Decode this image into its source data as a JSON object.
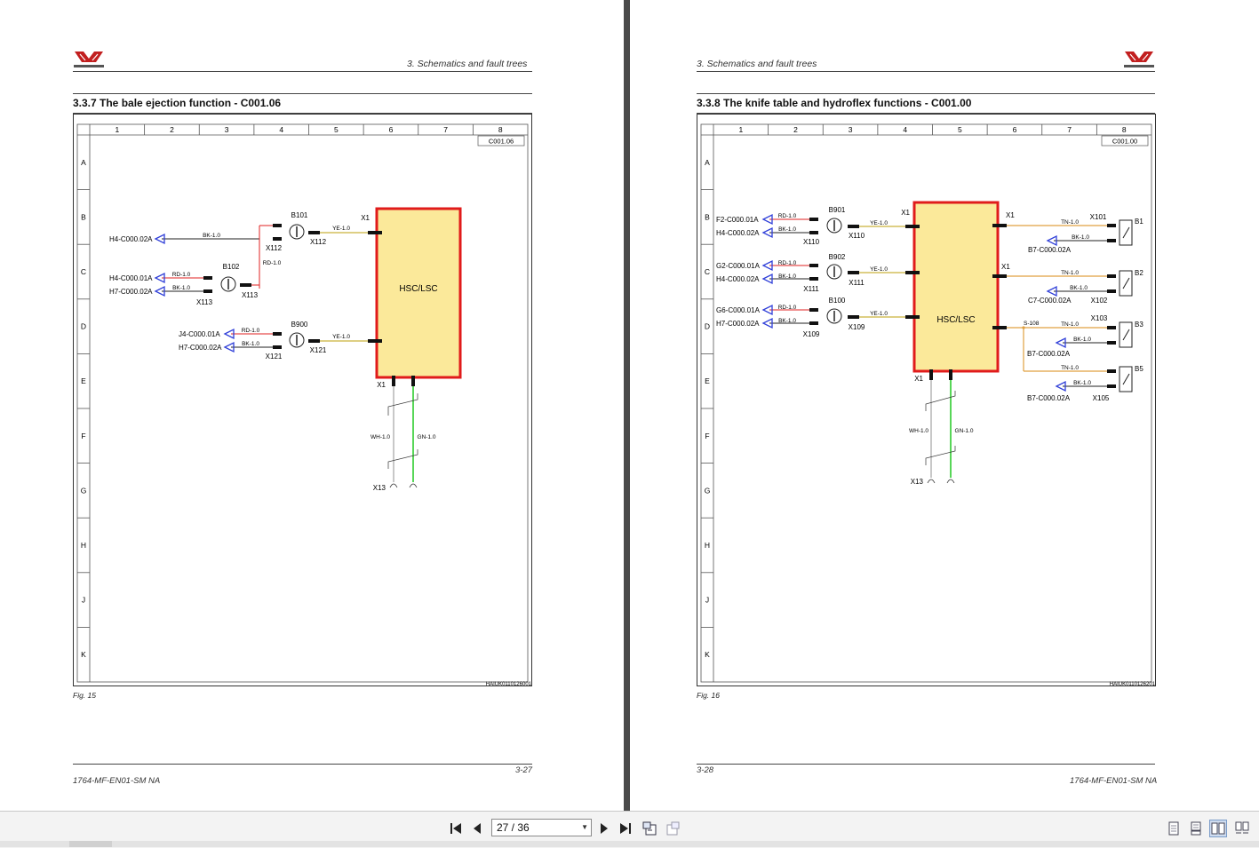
{
  "pages": [
    {
      "header_text": "3. Schematics and fault trees",
      "section_title": "3.3.7  The bale ejection function - C001.06",
      "diagram_ref": "C001.06",
      "image_code": "HAIUK0110126001",
      "fig_label": "Fig. 15",
      "page_number": "3-27",
      "doc_code": "1764-MF-EN01-SM NA",
      "columns": [
        "1",
        "2",
        "3",
        "4",
        "5",
        "6",
        "7",
        "8"
      ],
      "rows": [
        "A",
        "B",
        "C",
        "D",
        "E",
        "F",
        "G",
        "H",
        "J",
        "K"
      ],
      "module_label": "HSC/LSC",
      "labels": {
        "x1_top": "X1",
        "x1_bottom": "X1",
        "b101": "B101",
        "b102": "B102",
        "b900": "B900",
        "x112_a": "X112",
        "x112_b": "X112",
        "x113_a": "X113",
        "x113_b": "X113",
        "x121_a": "X121",
        "x121_b": "X121",
        "x13": "X13",
        "h4_b": "H4-C000.02A",
        "h4_c": "H4-C000.01A",
        "h7_c": "H7-C000.02A",
        "j4_d": "J4-C000.01A",
        "h7_d": "H7-C000.02A",
        "w_bk_b": "BK-1.0",
        "w_rd_vert": "RD-1.0",
        "w_rd_c": "RD-1.0",
        "w_bk_c": "BK-1.0",
        "w_rd_d": "RD-1.0",
        "w_bk_d": "BK-1.0",
        "w_ye_b": "YE-1.0",
        "w_ye_d": "YE-1.0",
        "w_wh": "WH-1.0",
        "w_gn": "GN-1.0"
      }
    },
    {
      "header_text": "3. Schematics and fault trees",
      "section_title": "3.3.8  The knife table and hydroflex functions - C001.00",
      "diagram_ref": "C001.00",
      "image_code": "HAIUK0110126201",
      "fig_label": "Fig. 16",
      "page_number": "3-28",
      "doc_code": "1764-MF-EN01-SM NA",
      "columns": [
        "1",
        "2",
        "3",
        "4",
        "5",
        "6",
        "7",
        "8"
      ],
      "rows": [
        "A",
        "B",
        "C",
        "D",
        "E",
        "F",
        "G",
        "H",
        "J",
        "K"
      ],
      "module_label": "HSC/LSC",
      "labels": {
        "x1_left": "X1",
        "x1_right_b": "X1",
        "x1_right_c": "X1",
        "x1_bottom": "X1",
        "b901": "B901",
        "b902": "B902",
        "b100": "B100",
        "x110_a": "X110",
        "x110_b": "X110",
        "x111_a": "X111",
        "x111_b": "X111",
        "x109_a": "X109",
        "x109_b": "X109",
        "x13": "X13",
        "f2": "F2-C000.01A",
        "h4_b": "H4-C000.02A",
        "g2": "G2-C000.01A",
        "h4_c": "H4-C000.02A",
        "g6": "G6-C000.01A",
        "h7_d": "H7-C000.02A",
        "w_rd_b": "RD-1.0",
        "w_bk_b": "BK-1.0",
        "w_rd_c": "RD-1.0",
        "w_bk_c": "BK-1.0",
        "w_rd_d": "RD-1.0",
        "w_bk_d": "BK-1.0",
        "w_ye_b": "YE-1.0",
        "w_ye_c": "YE-1.0",
        "w_ye_d": "YE-1.0",
        "w_tn_b1": "TN-1.0",
        "w_tn_b2": "TN-1.0",
        "w_tn_b3": "TN-1.0",
        "w_tn_b5": "TN-1.0",
        "w_bk_b1": "BK-1.0",
        "w_bk_b2": "BK-1.0",
        "w_bk_b3": "BK-1.0",
        "w_bk_b5": "BK-1.0",
        "s108": "S-108",
        "x101": "X101",
        "x102": "X102",
        "x103": "X103",
        "x105": "X105",
        "b1": "B1",
        "b2": "B2",
        "b3": "B3",
        "b5": "B5",
        "b7_b1": "B7-C000.02A",
        "c7_b2": "C7-C000.02A",
        "b7_b3": "B7-C000.02A",
        "b7_b5": "B7-C000.02A",
        "w_wh": "WH-1.0",
        "w_gn": "GN-1.0"
      }
    }
  ],
  "toolbar": {
    "page_indicator": "27 / 36",
    "icons": [
      "first-page-icon",
      "prev-page-icon",
      "next-page-icon",
      "last-page-icon",
      "go-back-view-icon",
      "go-forward-view-icon",
      "single-page-icon",
      "continuous-page-icon",
      "two-page-icon",
      "two-page-continuous-icon"
    ]
  },
  "colors": {
    "module_fill": "#fbe99a",
    "module_border": "#e01b1b",
    "wire_red": "#e02020",
    "wire_black": "#222222",
    "wire_yellow": "#c9b23a",
    "wire_tan": "#e0a040",
    "wire_green": "#2ecc2e",
    "arrow_blue": "#2f3fd8",
    "gutter": "#4a4a4a",
    "toolbar_bg": "#f3f3f3"
  }
}
